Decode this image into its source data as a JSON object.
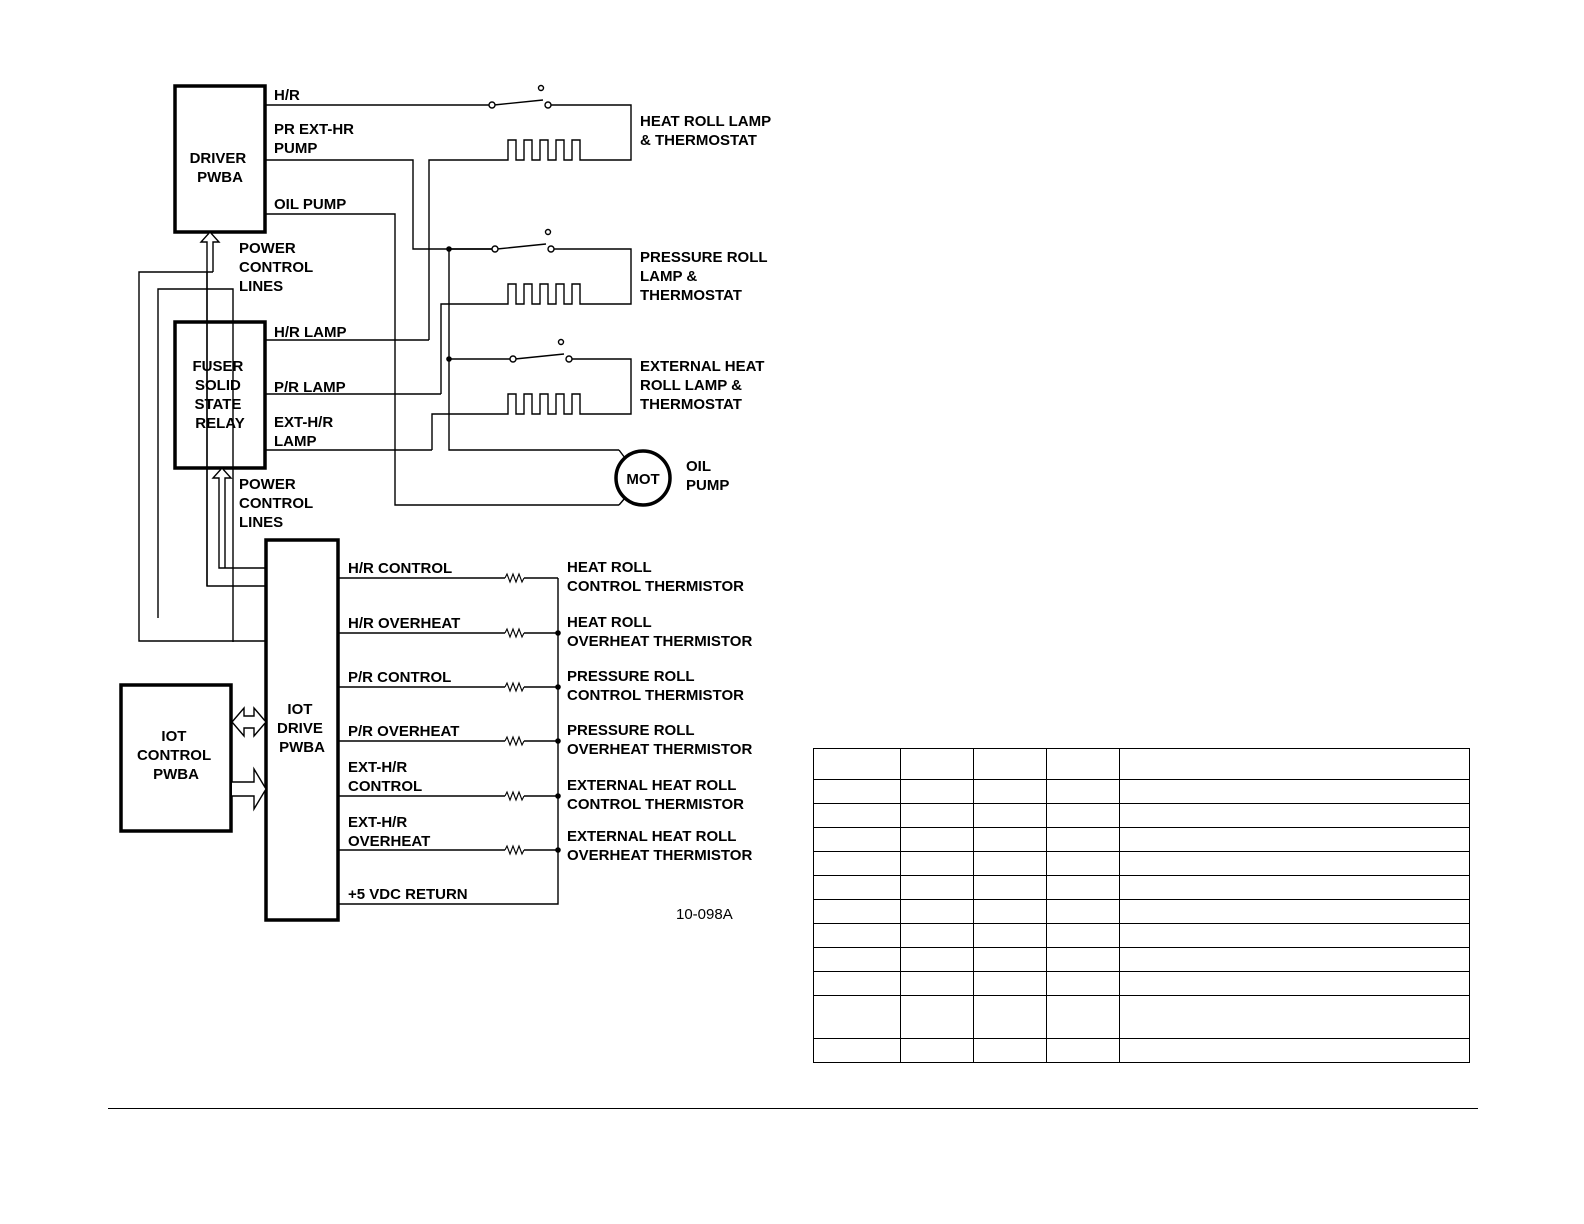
{
  "blocks": {
    "driver_pwba": [
      "DRIVER",
      "PWBA"
    ],
    "fuser_ssr": [
      "FUSER",
      "SOLID",
      "STATE",
      "RELAY"
    ],
    "iot_drive_pwba": [
      "IOT",
      "DRIVE",
      "PWBA"
    ],
    "iot_control_pwba": [
      "IOT",
      "CONTROL",
      "PWBA"
    ],
    "motor": "MOT"
  },
  "driver_outputs": {
    "hr": "H/R",
    "pr_ext_hr_pump": [
      "PR EXT-HR",
      "PUMP"
    ],
    "oil_pump": "OIL PUMP"
  },
  "power_control_lines_1": [
    "POWER",
    "CONTROL",
    "LINES"
  ],
  "power_control_lines_2": [
    "POWER",
    "CONTROL",
    "LINES"
  ],
  "relay_outputs": {
    "hr_lamp": "H/R LAMP",
    "pr_lamp": "P/R LAMP",
    "ext_hr_lamp": [
      "EXT-H/R",
      "LAMP"
    ]
  },
  "loads": {
    "heat_roll": [
      "HEAT ROLL LAMP",
      "& THERMOSTAT"
    ],
    "pressure_roll": [
      "PRESSURE ROLL",
      "LAMP &",
      "THERMOSTAT"
    ],
    "external_heat_roll": [
      "EXTERNAL HEAT",
      "ROLL LAMP &",
      "THERMOSTAT"
    ],
    "oil_pump": [
      "OIL",
      "PUMP"
    ]
  },
  "sensor_lines": [
    [
      "H/R CONTROL"
    ],
    [
      "H/R OVERHEAT"
    ],
    [
      "P/R CONTROL"
    ],
    [
      "P/R OVERHEAT"
    ],
    [
      "EXT-H/R",
      "CONTROL"
    ],
    [
      "EXT-H/R",
      "OVERHEAT"
    ]
  ],
  "return_line": "+5 VDC RETURN",
  "thermistors": [
    [
      "HEAT ROLL",
      "CONTROL THERMISTOR"
    ],
    [
      "HEAT ROLL",
      "OVERHEAT THERMISTOR"
    ],
    [
      "PRESSURE ROLL",
      "CONTROL THERMISTOR"
    ],
    [
      "PRESSURE ROLL",
      "OVERHEAT THERMISTOR"
    ],
    [
      "EXTERNAL HEAT ROLL",
      "CONTROL THERMISTOR"
    ],
    [
      "EXTERNAL HEAT ROLL",
      "OVERHEAT THERMISTOR"
    ]
  ],
  "figure_id": "10-098A"
}
